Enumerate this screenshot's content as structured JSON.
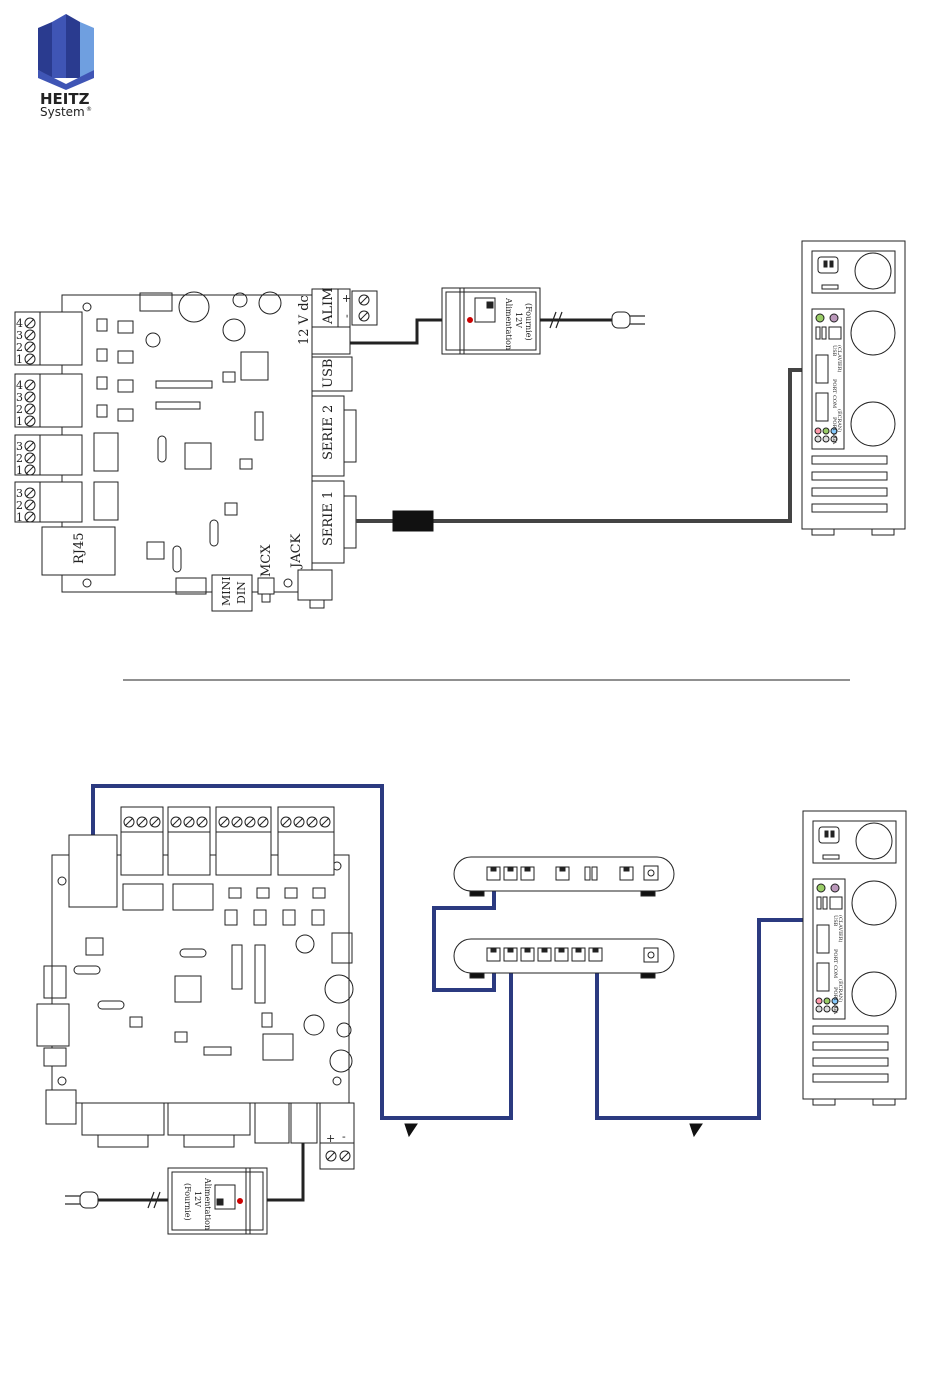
{
  "logo": {
    "brand": "HEITZ",
    "sub": "System",
    "mark": "®",
    "colors": {
      "dark": "#2a3b8f",
      "mid": "#3f55b5",
      "light": "#6f9fe0",
      "text": "#2a3b8f"
    }
  },
  "diagram_top": {
    "terminal_pins": [
      [
        "4",
        "3",
        "2",
        "1"
      ],
      [
        "4",
        "3",
        "2",
        "1"
      ],
      [
        "3",
        "2",
        "1"
      ],
      [
        "3",
        "2",
        "1"
      ]
    ],
    "rj45_label": "RJ45",
    "power_label": "12 V dc",
    "alim_label": "ALIM",
    "polarity_plus": "+",
    "polarity_minus": "-",
    "usb_label": "USB",
    "serie2_label": "SERIE 2",
    "serie1_label": "SERIE 1",
    "jack_label": "JACK",
    "mcx_label": "MCX",
    "minidin_label_1": "MINI",
    "minidin_label_2": "DIN",
    "supply_line1": "Alimentation",
    "supply_line2": "12V",
    "supply_line3": "(Fournie)",
    "pc_labels": {
      "usb": "USB",
      "clavier": "(CLAVIER)",
      "port_com": "PORT COM",
      "ecran": "(ÉCRAN)",
      "port_vga": "PORT VGA"
    }
  },
  "diagram_bottom": {
    "polarity_plus": "+",
    "polarity_minus": "-",
    "supply_line1": "Alimentation",
    "supply_line2": "12V",
    "supply_line3": "(Fournie)",
    "pc_labels": {
      "usb": "USB",
      "clavier": "(CLAVIER)",
      "port_com": "PORT COM",
      "ecran": "(ÉCRAN)",
      "port_vga": "PORT VGA"
    }
  },
  "colors": {
    "line": "#222222",
    "cable": "#444444",
    "network": "#2b3a80"
  }
}
